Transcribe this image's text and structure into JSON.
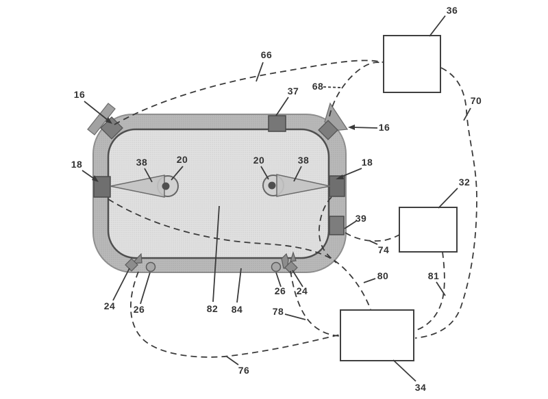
{
  "figure": {
    "kind": "patent-style technical diagram",
    "labels": {
      "n16_left": "16",
      "n16_right": "16",
      "n18_left": "18",
      "n18_right": "18",
      "n20_left": "20",
      "n20_right": "20",
      "n24_left": "24",
      "n24_right": "24",
      "n26_left": "26",
      "n26_right": "26",
      "n32": "32",
      "n34": "34",
      "n36": "36",
      "n37": "37",
      "n38_left": "38",
      "n38_right": "38",
      "n39": "39",
      "n66": "66",
      "n68": "68",
      "n70": "70",
      "n74": "74",
      "n76": "76",
      "n78": "78",
      "n80": "80",
      "n81": "81",
      "n82": "82",
      "n84": "84"
    },
    "colors": {
      "background": "#ffffff",
      "tub_rim": "#b9b9b9",
      "tub_basin": "#e1e1e1",
      "component_dark": "#777777",
      "component_mid": "#a2a2a2",
      "line": "#3a3a3a",
      "box_fill": "#ffffff"
    }
  }
}
